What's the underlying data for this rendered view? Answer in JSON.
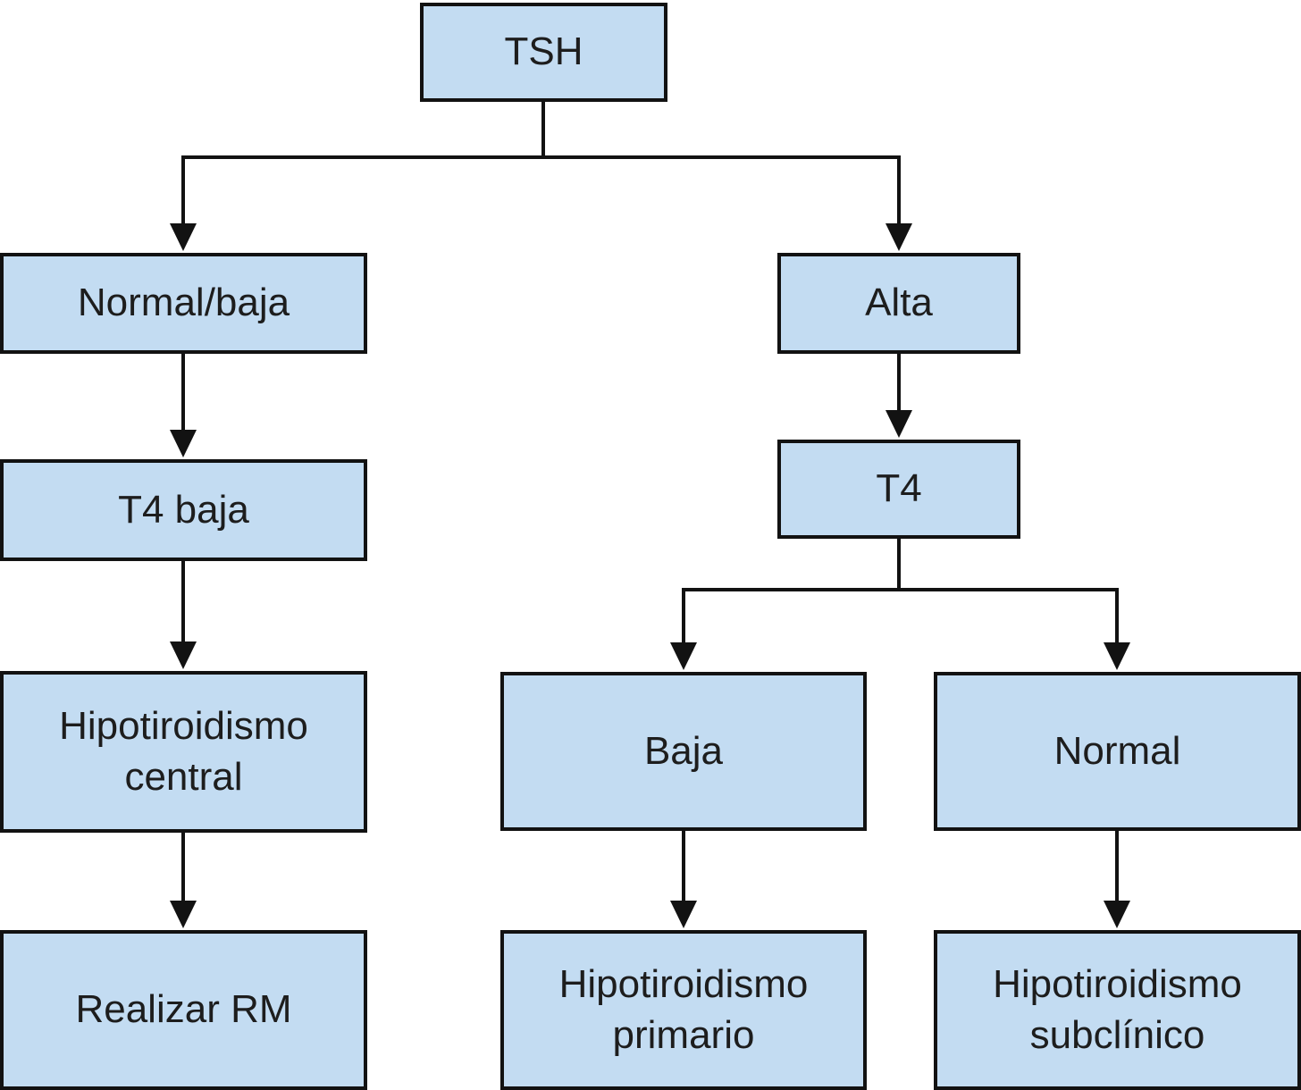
{
  "diagram": {
    "title": "TSH diagnostic flowchart",
    "nodes": {
      "tsh": {
        "label": "TSH"
      },
      "normal_baja": {
        "label": "Normal/baja"
      },
      "t4_baja": {
        "label": "T4 baja"
      },
      "hipo_central": {
        "label": "Hipotiroidismo central"
      },
      "realizar_rm": {
        "label": "Realizar RM"
      },
      "alta": {
        "label": "Alta"
      },
      "t4": {
        "label": "T4"
      },
      "baja": {
        "label": "Baja"
      },
      "normal": {
        "label": "Normal"
      },
      "hipo_primario": {
        "label": "Hipotiroidismo primario"
      },
      "hipo_subclinico": {
        "label": "Hipotiroidismo subclínico"
      }
    },
    "edges": [
      {
        "from": "tsh",
        "to": "normal_baja"
      },
      {
        "from": "tsh",
        "to": "alta"
      },
      {
        "from": "normal_baja",
        "to": "t4_baja"
      },
      {
        "from": "t4_baja",
        "to": "hipo_central"
      },
      {
        "from": "hipo_central",
        "to": "realizar_rm"
      },
      {
        "from": "alta",
        "to": "t4"
      },
      {
        "from": "t4",
        "to": "baja"
      },
      {
        "from": "t4",
        "to": "normal"
      },
      {
        "from": "baja",
        "to": "hipo_primario"
      },
      {
        "from": "normal",
        "to": "hipo_subclinico"
      }
    ]
  },
  "colors": {
    "node_fill": "#c3dcf2",
    "node_border": "#121212",
    "line": "#121212",
    "text": "#1d1d1d",
    "background": "#ffffff"
  }
}
